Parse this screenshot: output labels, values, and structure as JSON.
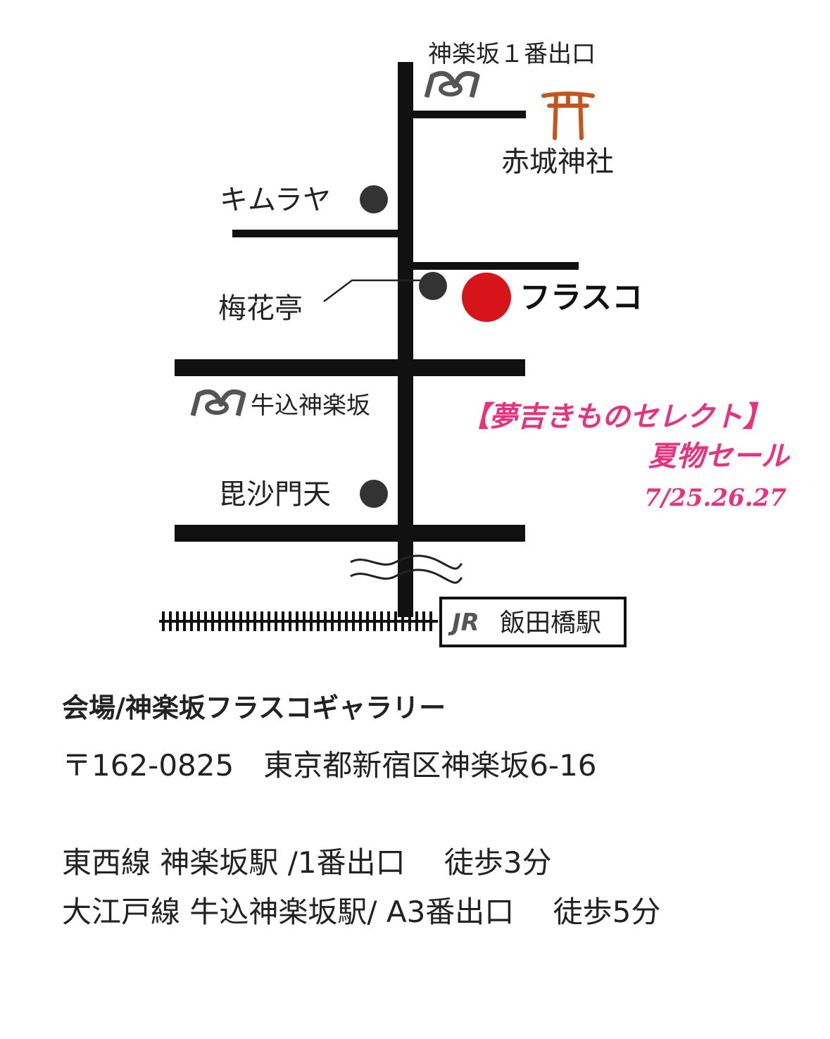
{
  "map": {
    "exit1_label": "神楽坂１番出口",
    "shrine_label": "赤城神社",
    "kimuraya_label": "キムラヤ",
    "baikatei_label": "梅花亭",
    "venue_label": "フラスコ",
    "ushigome_label": "牛込神楽坂",
    "bishamonten_label": "毘沙門天",
    "jr_logo": "JR",
    "jr_station_label": "飯田橋駅",
    "venue_marker_color": "#d7141a",
    "shrine_color": "#c4551f",
    "icons": [
      "tokyo-metro-icon",
      "torii-icon",
      "jr-logo-icon"
    ]
  },
  "event": {
    "title": "【夢吉きものセレクト】",
    "subtitle": "夏物セール",
    "dates": "7/25.26.27",
    "color": "#e5337e"
  },
  "info": {
    "venue": "会場/神楽坂フラスコギャラリー",
    "address": "〒162-0825　東京都新宿区神楽坂6-16",
    "access1": "東西線 神楽坂駅 /1番出口　 徒歩3分",
    "access2": "大江戸線 牛込神楽坂駅/ A3番出口　 徒歩5分"
  }
}
